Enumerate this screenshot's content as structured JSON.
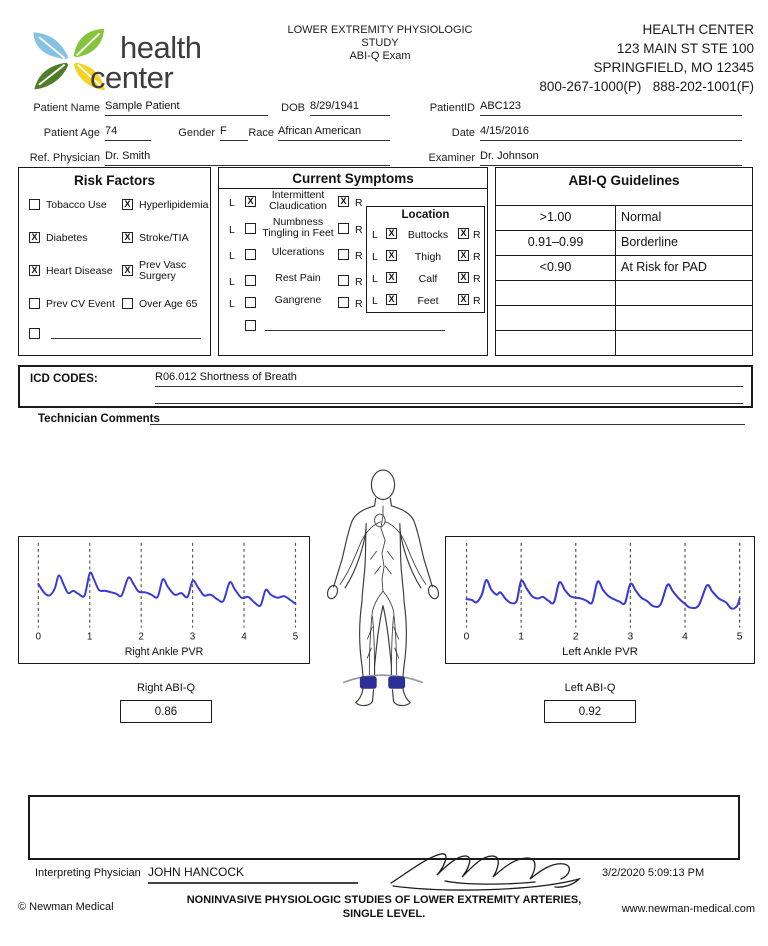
{
  "ui": {
    "checked_glyph": "X"
  },
  "colors": {
    "waveform_blue": "#3838d6",
    "cuff_navy": "#2b2f96",
    "leaf_blue": "#85c1e5",
    "leaf_green": "#86c43d",
    "leaf_dark_green": "#4e7d2a",
    "leaf_yellow": "#f5d322"
  },
  "header": {
    "logo": {
      "line1": "health",
      "line2": "center"
    },
    "title_lines": [
      "LOWER EXTREMITY PHYSIOLOGIC",
      "STUDY",
      "ABI-Q  Exam"
    ],
    "clinic": {
      "name": "HEALTH CENTER",
      "address1": "123 MAIN ST STE 100",
      "address2": "SPRINGFIELD, MO 12345",
      "phone": "800-267-1000(P)",
      "fax": "888-202-1001(F)"
    }
  },
  "patient": {
    "name_label": "Patient Name",
    "name": "Sample Patient",
    "dob_label": "DOB",
    "dob": "8/29/1941",
    "id_label": "PatientID",
    "id": "ABC123",
    "age_label": "Patient Age",
    "age": "74",
    "gender_label": "Gender",
    "gender": "F",
    "race_label": "Race",
    "race": "African American",
    "date_label": "Date",
    "date": "4/15/2016",
    "ref_label": "Ref. Physician",
    "ref": "Dr. Smith",
    "examiner_label": "Examiner",
    "examiner": "Dr. Johnson"
  },
  "risk_factors": {
    "title": "Risk Factors",
    "items": [
      {
        "label": "Tobacco Use",
        "checked": false
      },
      {
        "label": "Hyperlipidemia",
        "checked": true
      },
      {
        "label": "Diabetes",
        "checked": true
      },
      {
        "label": "Stroke/TIA",
        "checked": true
      },
      {
        "label": "Heart Disease",
        "checked": true
      },
      {
        "label": "Prev Vasc Surgery",
        "checked": true
      },
      {
        "label": "Prev CV Event",
        "checked": false
      },
      {
        "label": "Over Age 65",
        "checked": false
      }
    ],
    "other": {
      "label": "",
      "checked": false
    }
  },
  "symptoms": {
    "title": "Current Symptoms",
    "l_label": "L",
    "r_label": "R",
    "rows": [
      {
        "label": "Intermittent\nClaudication",
        "left": true,
        "right": true
      },
      {
        "label": "Numbness\nTingling in Feet",
        "left": false,
        "right": false
      },
      {
        "label": "Ulcerations",
        "left": false,
        "right": false
      },
      {
        "label": "Rest Pain",
        "left": false,
        "right": false
      },
      {
        "label": "Gangrene",
        "left": false,
        "right": false
      }
    ],
    "other": {
      "label": "",
      "checked": false
    },
    "location": {
      "title": "Location",
      "rows": [
        {
          "label": "Buttocks",
          "left": true,
          "right": true
        },
        {
          "label": "Thigh",
          "left": true,
          "right": true
        },
        {
          "label": "Calf",
          "left": true,
          "right": true
        },
        {
          "label": "Feet",
          "left": true,
          "right": true
        }
      ]
    }
  },
  "guidelines": {
    "title": "ABI-Q Guidelines",
    "rows": [
      {
        "range": ">1.00",
        "label": "Normal"
      },
      {
        "range": "0.91–0.99",
        "label": "Borderline"
      },
      {
        "range": "<0.90",
        "label": "At Risk for PAD"
      },
      {
        "range": "",
        "label": ""
      },
      {
        "range": "",
        "label": ""
      },
      {
        "range": "",
        "label": ""
      }
    ]
  },
  "icd": {
    "label": "ICD CODES:",
    "line1": "R06.012 Shortness of Breath",
    "line2": ""
  },
  "technician": {
    "label": "Technician Comments",
    "value": ""
  },
  "results": {
    "right": {
      "label": "Right ABI-Q",
      "value": "0.86"
    },
    "left": {
      "label": "Left ABI-Q",
      "value": "0.92"
    }
  },
  "chart_data": [
    {
      "type": "line",
      "title": "Right Ankle PVR",
      "xlabel": "",
      "ylabel": "",
      "xlim": [
        0,
        5
      ],
      "xticks": [
        0,
        1,
        2,
        3,
        4,
        5
      ],
      "grid": "dashed-vertical",
      "legend": "none",
      "y_units": "relative amplitude (unlabeled axis)",
      "color": "#3838d6",
      "series": [
        {
          "name": "Right Ankle PVR waveform",
          "points": [
            [
              0,
              62
            ],
            [
              0.12,
              50
            ],
            [
              0.22,
              47
            ],
            [
              0.32,
              56
            ],
            [
              0.4,
              73
            ],
            [
              0.5,
              60
            ],
            [
              0.58,
              50
            ],
            [
              0.68,
              53
            ],
            [
              0.78,
              49
            ],
            [
              0.9,
              47
            ],
            [
              1.0,
              76
            ],
            [
              1.08,
              68
            ],
            [
              1.18,
              54
            ],
            [
              1.3,
              53
            ],
            [
              1.42,
              51
            ],
            [
              1.52,
              49
            ],
            [
              1.62,
              47
            ],
            [
              1.75,
              70
            ],
            [
              1.85,
              62
            ],
            [
              1.95,
              52
            ],
            [
              2.08,
              51
            ],
            [
              2.2,
              48
            ],
            [
              2.32,
              45
            ],
            [
              2.42,
              68
            ],
            [
              2.52,
              58
            ],
            [
              2.65,
              48
            ],
            [
              2.78,
              50
            ],
            [
              2.9,
              45
            ],
            [
              3.0,
              66
            ],
            [
              3.1,
              58
            ],
            [
              3.22,
              47
            ],
            [
              3.35,
              48
            ],
            [
              3.48,
              42
            ],
            [
              3.6,
              40
            ],
            [
              3.72,
              64
            ],
            [
              3.82,
              55
            ],
            [
              3.95,
              44
            ],
            [
              4.08,
              45
            ],
            [
              4.2,
              38
            ],
            [
              4.32,
              34
            ],
            [
              4.42,
              54
            ],
            [
              4.52,
              48
            ],
            [
              4.65,
              44
            ],
            [
              4.78,
              46
            ],
            [
              4.9,
              41
            ],
            [
              5.0,
              36
            ]
          ]
        }
      ]
    },
    {
      "type": "line",
      "title": "Left Ankle PVR",
      "xlabel": "",
      "ylabel": "",
      "xlim": [
        0,
        5
      ],
      "xticks": [
        0,
        1,
        2,
        3,
        4,
        5
      ],
      "grid": "dashed-vertical",
      "legend": "none",
      "y_units": "relative amplitude (unlabeled axis)",
      "color": "#3838d6",
      "series": [
        {
          "name": "Left Ankle PVR waveform",
          "points": [
            [
              0,
              42
            ],
            [
              0.1,
              41
            ],
            [
              0.18,
              38
            ],
            [
              0.28,
              48
            ],
            [
              0.36,
              67
            ],
            [
              0.45,
              55
            ],
            [
              0.55,
              48
            ],
            [
              0.62,
              51
            ],
            [
              0.72,
              42
            ],
            [
              0.82,
              37
            ],
            [
              0.92,
              40
            ],
            [
              1.0,
              66
            ],
            [
              1.1,
              56
            ],
            [
              1.2,
              46
            ],
            [
              1.3,
              43
            ],
            [
              1.4,
              45
            ],
            [
              1.5,
              40
            ],
            [
              1.6,
              38
            ],
            [
              1.7,
              64
            ],
            [
              1.8,
              54
            ],
            [
              1.9,
              46
            ],
            [
              2.0,
              44
            ],
            [
              2.1,
              43
            ],
            [
              2.2,
              40
            ],
            [
              2.3,
              38
            ],
            [
              2.4,
              65
            ],
            [
              2.5,
              54
            ],
            [
              2.6,
              46
            ],
            [
              2.7,
              42
            ],
            [
              2.8,
              39
            ],
            [
              2.9,
              37
            ],
            [
              3.0,
              62
            ],
            [
              3.1,
              53
            ],
            [
              3.2,
              44
            ],
            [
              3.3,
              40
            ],
            [
              3.42,
              33
            ],
            [
              3.55,
              35
            ],
            [
              3.68,
              61
            ],
            [
              3.78,
              52
            ],
            [
              3.9,
              42
            ],
            [
              4.0,
              36
            ],
            [
              4.1,
              31
            ],
            [
              4.25,
              34
            ],
            [
              4.4,
              60
            ],
            [
              4.5,
              52
            ],
            [
              4.62,
              43
            ],
            [
              4.75,
              38
            ],
            [
              4.85,
              30
            ],
            [
              4.95,
              33
            ],
            [
              5.0,
              43
            ]
          ]
        }
      ]
    }
  ],
  "footer": {
    "interp_label": "Interpreting Physician",
    "interp_name": "JOHN HANCOCK",
    "timestamp": "3/2/2020 5:09:13 PM",
    "copyright": "© Newman Medical",
    "study_text": "NONINVASIVE PHYSIOLOGIC STUDIES OF LOWER EXTREMITY ARTERIES, SINGLE LEVEL.",
    "website": "www.newman-medical.com"
  }
}
